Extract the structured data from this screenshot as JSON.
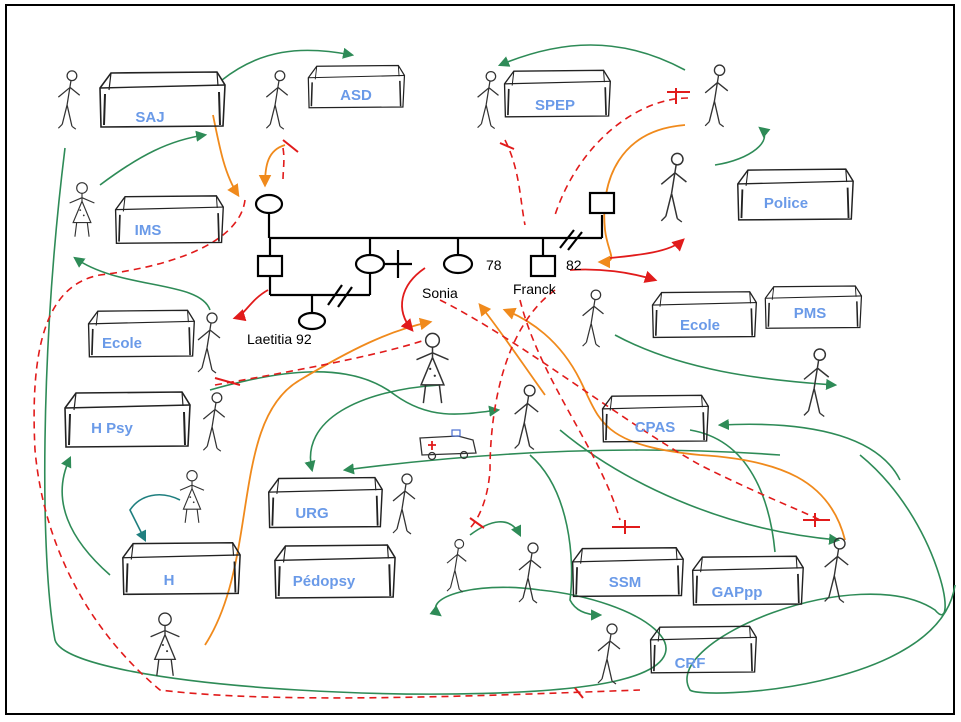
{
  "colors": {
    "frame": "#000000",
    "institution_label": "#6a9ae8",
    "green_link": "#2e8b57",
    "orange_link": "#f08a1c",
    "red_link": "#e11b1b",
    "red_conflict": "#e11b1b",
    "teal_link": "#1f7f7f"
  },
  "institutions": {
    "saj": "SAJ",
    "asd": "ASD",
    "spep": "SPEP",
    "ims": "IMS",
    "police": "Police",
    "ecole_left": "Ecole",
    "ecole_right": "Ecole",
    "pms": "PMS",
    "h_psy": "H Psy",
    "cpas": "CPAS",
    "urg": "URG",
    "h": "H",
    "pedopsy": "Pédopsy",
    "ssm": "SSM",
    "gappp": "GAPpp",
    "crf": "CRF"
  },
  "genogram": {
    "sonia": "Sonia",
    "sonia_year": "78",
    "franck": "Franck",
    "franck_year": "82",
    "laetitia": "Laetitia 92"
  },
  "icons": [
    "stick-figure",
    "ambulance",
    "boxed-institution",
    "square-male",
    "circle-female",
    "cross-deceased"
  ]
}
